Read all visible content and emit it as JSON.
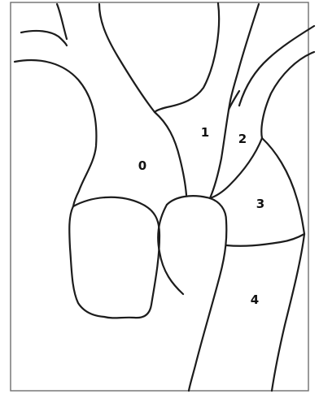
{
  "diagram": {
    "regions": [
      {
        "id": "region-0",
        "label": "0"
      },
      {
        "id": "region-1",
        "label": "1"
      },
      {
        "id": "region-2",
        "label": "2"
      },
      {
        "id": "region-3",
        "label": "3"
      },
      {
        "id": "region-4",
        "label": "4"
      }
    ]
  },
  "colors": {
    "outline": "#1c1c1c",
    "frame": "#6e6e6e",
    "background": "#ffffff"
  }
}
